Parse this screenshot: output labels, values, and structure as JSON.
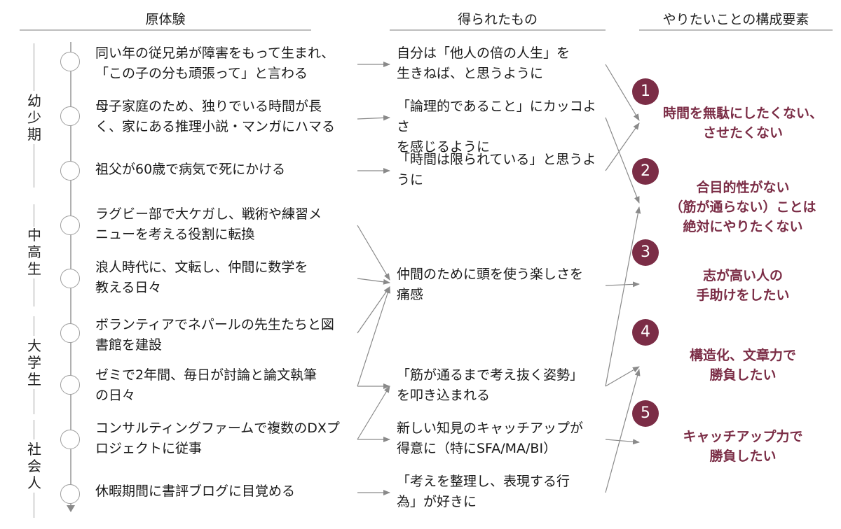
{
  "headers": [
    "原体験",
    "得られたもの",
    "やりたいことの構成要素"
  ],
  "colors": {
    "accent": "#7b2d46",
    "line": "#8a8a8a",
    "header_rule": "#bdbdbd",
    "text": "#1a1a1a"
  },
  "eras": [
    {
      "label": "幼\n少\n期"
    },
    {
      "label": "中\n高\n生"
    },
    {
      "label": "大\n学\n生"
    },
    {
      "label": "社\n会\n人"
    }
  ],
  "experiences": [
    {
      "text": "同い年の従兄弟が障害をもって生まれ、\n「この子の分も頑張って」と言わる"
    },
    {
      "text": "母子家庭のため、独りでいる時間が長\nく、家にある推理小説・マンガにハマる"
    },
    {
      "text": "祖父が60歳で病気で死にかける"
    },
    {
      "text": "ラグビー部で大ケガし、戦術や練習メ\nニューを考える役割に転換"
    },
    {
      "text": "浪人時代に、文転し、仲間に数学を\n教える日々"
    },
    {
      "text": "ボランティアでネパールの先生たちと図\n書館を建設"
    },
    {
      "text": "ゼミで2年間、毎日が討論と論文執筆\nの日々"
    },
    {
      "text": "コンサルティングファームで複数のDXプ\nロジェクトに従事"
    },
    {
      "text": "休暇期間に書評ブログに目覚める"
    }
  ],
  "gains": [
    {
      "text": "自分は「他人の倍の人生」を\n生きねば、と思うように"
    },
    {
      "text": "「論理的であること」にカッコよさ\nを感じるように"
    },
    {
      "text": "「時間は限られている」と思うよ\nうに"
    },
    {
      "text": "仲間のために頭を使う楽しさを\n痛感"
    },
    {
      "text": "「筋が通るまで考え抜く姿勢」\nを叩き込まれる"
    },
    {
      "text": "新しい知見のキャッチアップが\n得意に（特にSFA/MA/BI）"
    },
    {
      "text": "「考えを整理し、表現する行\n為」が好きに"
    }
  ],
  "elements": [
    {
      "number": "1",
      "text": "時間を無駄にしたくない、\nさせたくない"
    },
    {
      "number": "2",
      "text": "合目的性がない\n（筋が通らない）ことは\n絶対にやりたくない"
    },
    {
      "number": "3",
      "text": "志が高い人の\n手助けをしたい"
    },
    {
      "number": "4",
      "text": "構造化、文章力で\n勝負したい"
    },
    {
      "number": "5",
      "text": "キャッチアップ力で\n勝負したい"
    }
  ],
  "links_exp_to_gain": [
    [
      0,
      0
    ],
    [
      1,
      1
    ],
    [
      2,
      2
    ],
    [
      3,
      3
    ],
    [
      4,
      3
    ],
    [
      5,
      3
    ],
    [
      6,
      3
    ],
    [
      6,
      4
    ],
    [
      7,
      4
    ],
    [
      7,
      5
    ],
    [
      8,
      6
    ]
  ],
  "links_gain_to_elem": [
    [
      0,
      0
    ],
    [
      2,
      0
    ],
    [
      1,
      1
    ],
    [
      4,
      1
    ],
    [
      3,
      2
    ],
    [
      4,
      3
    ],
    [
      6,
      3
    ],
    [
      5,
      4
    ]
  ]
}
